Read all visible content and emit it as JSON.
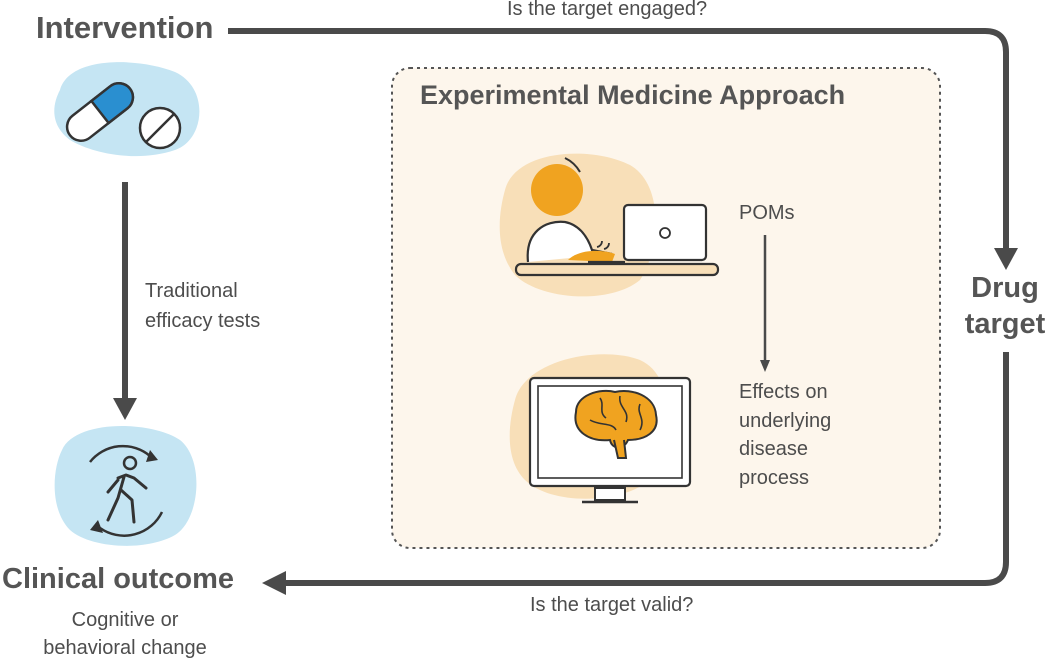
{
  "nodes": {
    "intervention": "Intervention",
    "drug_target_line1": "Drug",
    "drug_target_line2": "target",
    "clinical_outcome": "Clinical outcome",
    "clinical_sub_line1": "Cognitive or",
    "clinical_sub_line2": "behavioral change"
  },
  "edges": {
    "top": "Is the target engaged?",
    "bottom": "Is the target valid?",
    "left_line1": "Traditional",
    "left_line2": "efficacy tests"
  },
  "panel": {
    "title": "Experimental Medicine Approach",
    "poms": "POMs",
    "effects_line1": "Effects on",
    "effects_line2": "underlying",
    "effects_line3": "disease",
    "effects_line4": "process"
  },
  "icons": {
    "pills": "pill-capsule-icon",
    "walker": "walking-person-icon",
    "laptop_user": "person-at-laptop-icon",
    "brain_monitor": "brain-monitor-icon"
  },
  "colors": {
    "arrow": "#4a4a4a",
    "light_blue": "#c5e5f3",
    "pill_blue": "#2a8fd0",
    "orange": "#f0a320",
    "peach": "#f8dfb8",
    "panel_bg": "#fdf6ec"
  }
}
